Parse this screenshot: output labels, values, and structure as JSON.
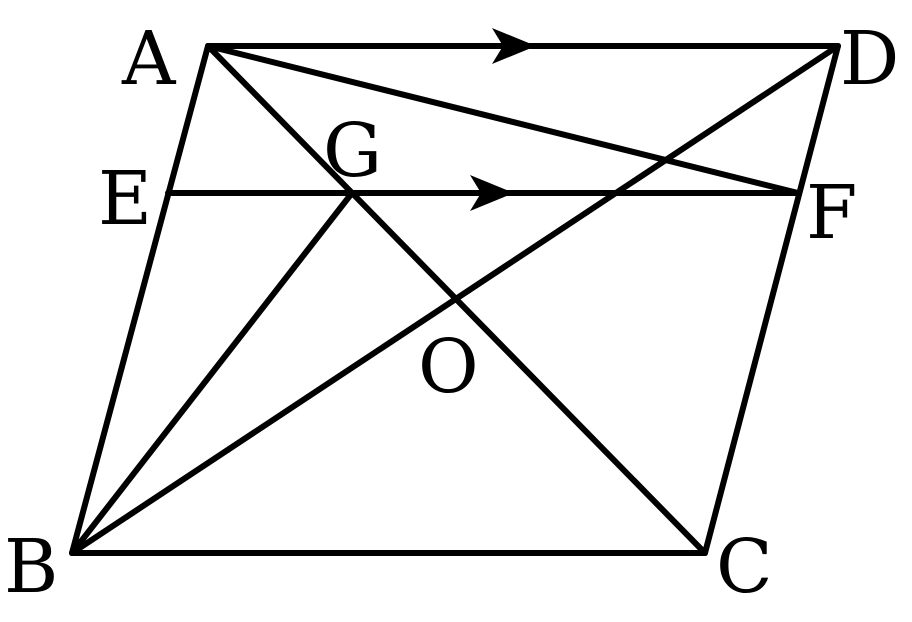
{
  "diagram": {
    "stroke_color": "#000000",
    "background": "#ffffff",
    "points": {
      "A": "A",
      "B": "B",
      "C": "C",
      "D": "D",
      "E": "E",
      "F": "F",
      "G": "G",
      "O": "O"
    },
    "segments": [
      "AD",
      "BC",
      "AB",
      "DC",
      "EF",
      "AC",
      "BD",
      "AF",
      "BG"
    ],
    "parallel_marks": [
      "AD",
      "EF"
    ]
  }
}
